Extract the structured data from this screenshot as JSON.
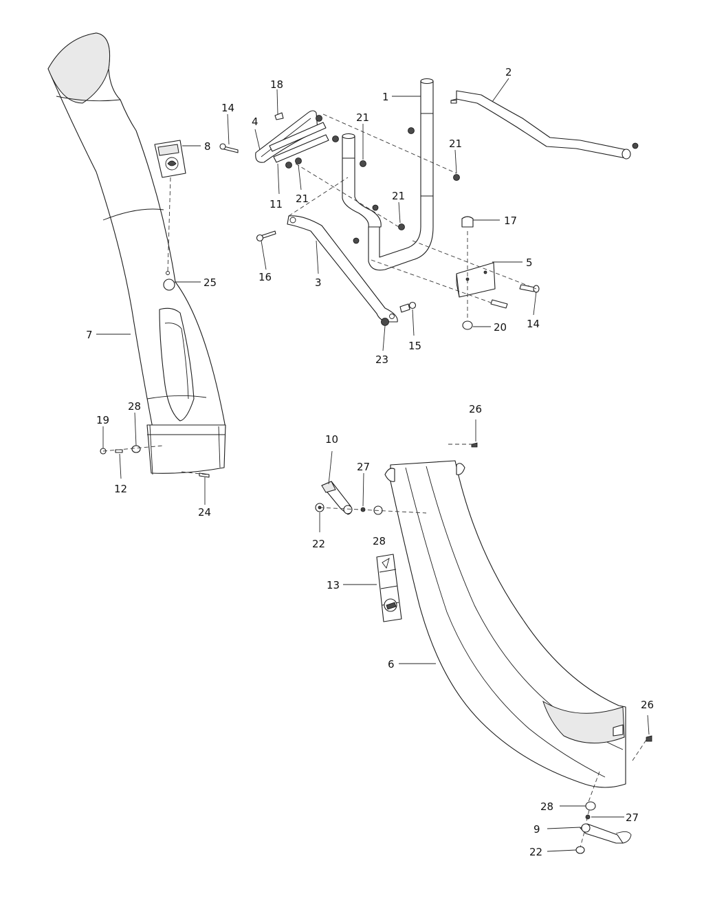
{
  "diagram": {
    "callouts": [
      {
        "id": "c1",
        "label": "1"
      },
      {
        "id": "c2",
        "label": "2"
      },
      {
        "id": "c3",
        "label": "3"
      },
      {
        "id": "c4",
        "label": "4"
      },
      {
        "id": "c5",
        "label": "5"
      },
      {
        "id": "c6",
        "label": "6"
      },
      {
        "id": "c7",
        "label": "7"
      },
      {
        "id": "c8",
        "label": "8"
      },
      {
        "id": "c9",
        "label": "9"
      },
      {
        "id": "c10",
        "label": "10"
      },
      {
        "id": "c11",
        "label": "11"
      },
      {
        "id": "c12",
        "label": "12"
      },
      {
        "id": "c13",
        "label": "13"
      },
      {
        "id": "c14a",
        "label": "14"
      },
      {
        "id": "c14b",
        "label": "14"
      },
      {
        "id": "c15",
        "label": "15"
      },
      {
        "id": "c16",
        "label": "16"
      },
      {
        "id": "c17",
        "label": "17"
      },
      {
        "id": "c18",
        "label": "18"
      },
      {
        "id": "c19",
        "label": "19"
      },
      {
        "id": "c20",
        "label": "20"
      },
      {
        "id": "c21a",
        "label": "21"
      },
      {
        "id": "c21b",
        "label": "21"
      },
      {
        "id": "c21c",
        "label": "21"
      },
      {
        "id": "c21d",
        "label": "21"
      },
      {
        "id": "c22a",
        "label": "22"
      },
      {
        "id": "c22b",
        "label": "22"
      },
      {
        "id": "c23",
        "label": "23"
      },
      {
        "id": "c24",
        "label": "24"
      },
      {
        "id": "c25",
        "label": "25"
      },
      {
        "id": "c26a",
        "label": "26"
      },
      {
        "id": "c26b",
        "label": "26"
      },
      {
        "id": "c27a",
        "label": "27"
      },
      {
        "id": "c27b",
        "label": "27"
      },
      {
        "id": "c28a",
        "label": "28"
      },
      {
        "id": "c28b",
        "label": "28"
      }
    ]
  }
}
